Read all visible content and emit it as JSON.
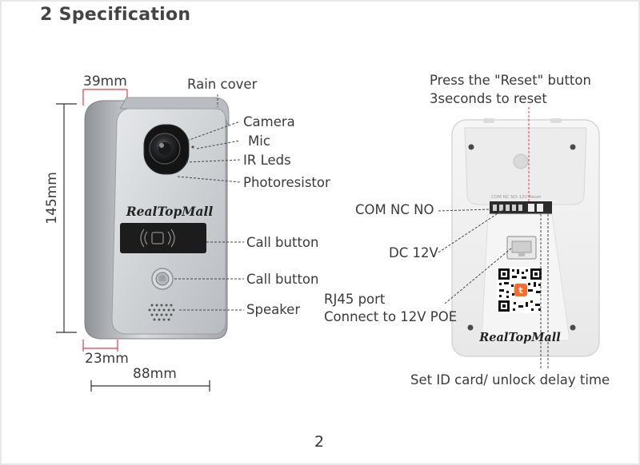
{
  "heading": "2 Specification",
  "page_number": "2",
  "brand_text": "RealTopMall",
  "dimensions": {
    "width_top": "39mm",
    "height": "145mm",
    "depth": "23mm",
    "width": "88mm"
  },
  "front_labels": {
    "rain_cover": "Rain cover",
    "camera": "Camera",
    "mic": "Mic",
    "ir_leds": "IR Leds",
    "photoresistor": "Photoresistor",
    "call_button_1": "Call button",
    "call_button_2": "Call button",
    "speaker": "Speaker"
  },
  "back_labels": {
    "reset_line1": "Press the \"Reset\" button",
    "reset_line2": "3seconds to reset",
    "com_nc_no": "COM NC NO",
    "dc12v": "DC 12V",
    "rj45_line1": "RJ45 port",
    "rj45_line2": "Connect to 12V POE",
    "set_id": "Set ID card/ unlock delay time"
  },
  "colors": {
    "panel_silver": "#c9cccf",
    "panel_dark": "#1c1c1c",
    "back_white": "#f2f2f2",
    "leader_line": "#444444",
    "guide_line_red": "#e04040",
    "dimension_line": "#333333"
  }
}
